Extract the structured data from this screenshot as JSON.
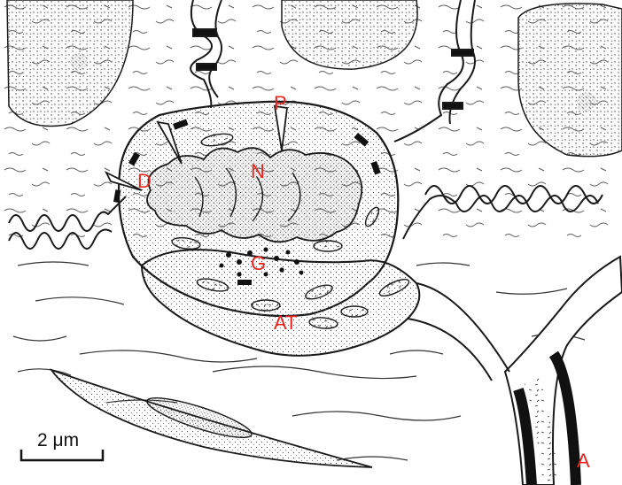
{
  "label_color": "#e8251f",
  "line_color": "#1a1a1a",
  "labels": {
    "P": "P",
    "N": "N",
    "D": "D",
    "G": "G",
    "AT": "AT",
    "A": "A"
  },
  "scale_bar": {
    "text": "2 μm"
  }
}
